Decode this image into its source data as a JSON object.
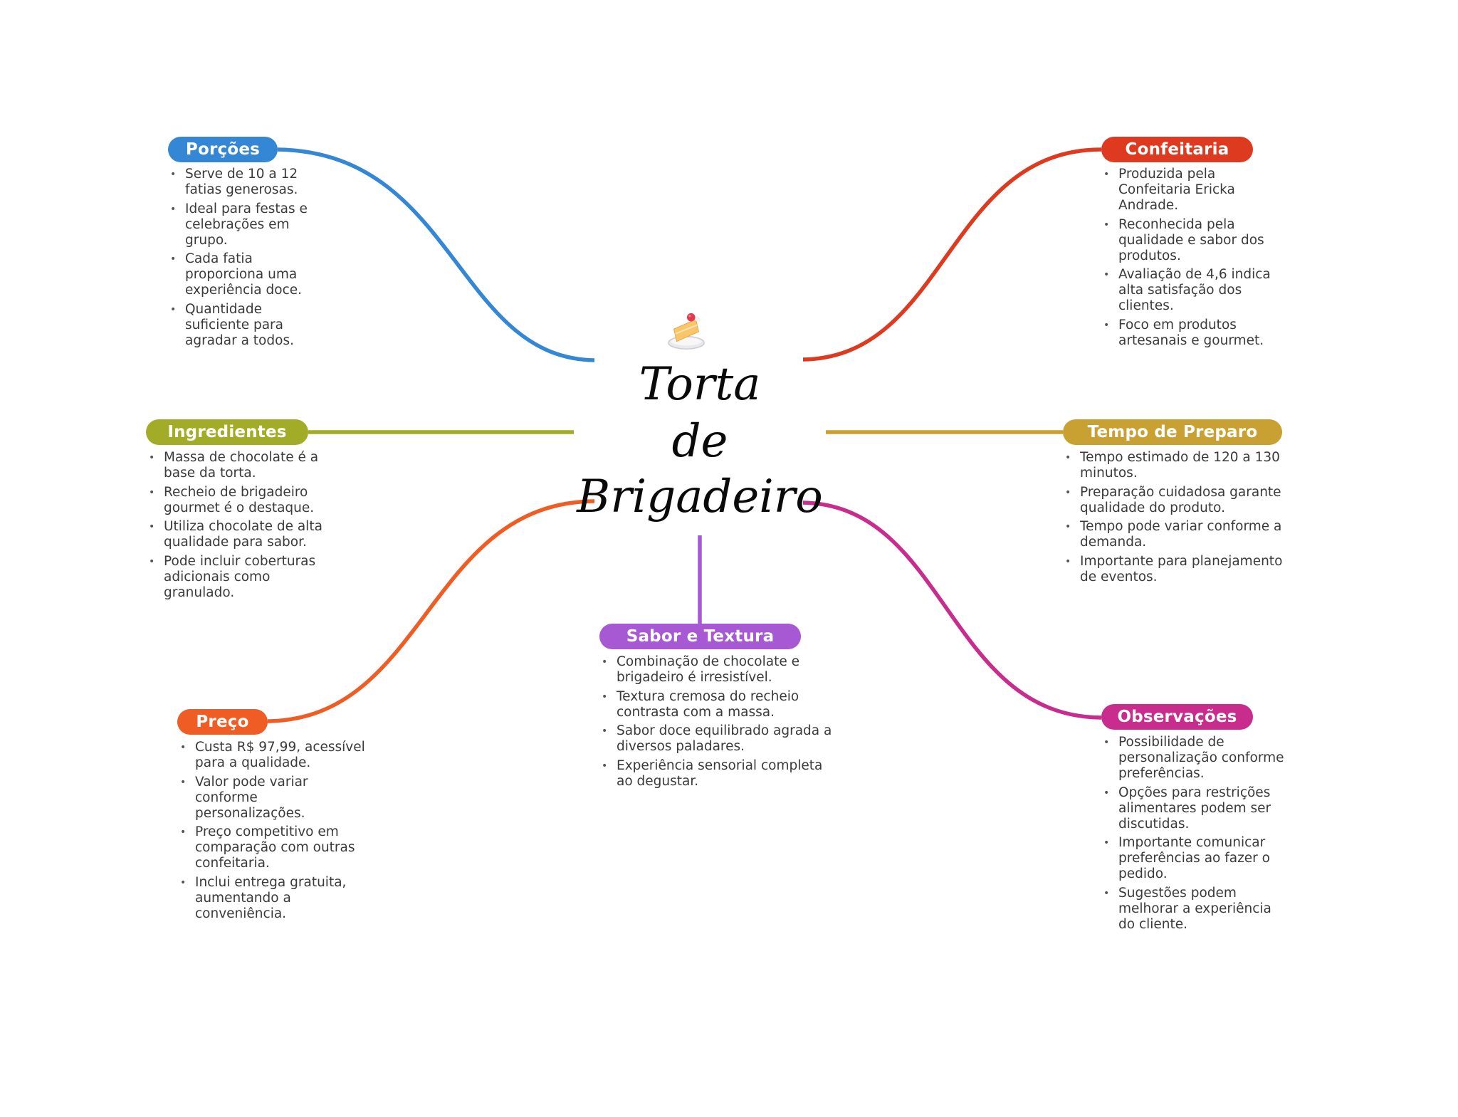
{
  "center": {
    "icon": "cake-slice-icon",
    "title_lines": [
      "Torta",
      "de",
      "Brigadeiro"
    ]
  },
  "colors": {
    "porcoes": "#3487d4",
    "confeitaria": "#dd3a1f",
    "ingredientes": "#a2ac26",
    "tempo": "#c9a132",
    "sabor": "#a659d2",
    "preco": "#f05d24",
    "observacoes": "#c82c8c"
  },
  "branches": {
    "porcoes": {
      "label": "Porções",
      "items": [
        "Serve de 10 a 12 fatias generosas.",
        "Ideal para festas e celebrações em grupo.",
        "Cada fatia proporciona uma experiência doce.",
        "Quantidade suficiente para agradar a todos."
      ]
    },
    "confeitaria": {
      "label": "Confeitaria",
      "items": [
        "Produzida pela Confeitaria Ericka Andrade.",
        "Reconhecida pela qualidade e sabor dos produtos.",
        "Avaliação de 4,6 indica alta satisfação dos clientes.",
        "Foco em produtos artesanais e gourmet."
      ]
    },
    "ingredientes": {
      "label": "Ingredientes",
      "items": [
        "Massa de chocolate é a base da torta.",
        "Recheio de brigadeiro gourmet é o destaque.",
        "Utiliza chocolate de alta qualidade para sabor.",
        "Pode incluir coberturas adicionais como granulado."
      ]
    },
    "tempo": {
      "label": "Tempo de Preparo",
      "items": [
        "Tempo estimado de 120 a 130 minutos.",
        "Preparação cuidadosa garante qualidade do produto.",
        "Tempo pode variar conforme a demanda.",
        "Importante para planejamento de eventos."
      ]
    },
    "sabor": {
      "label": "Sabor e Textura",
      "items": [
        "Combinação de chocolate e brigadeiro é irresistível.",
        "Textura cremosa do recheio contrasta com a massa.",
        "Sabor doce equilibrado agrada a diversos paladares.",
        "Experiência sensorial completa ao degustar."
      ]
    },
    "preco": {
      "label": "Preço",
      "items": [
        "Custa R$ 97,99, acessível para a qualidade.",
        "Valor pode variar conforme personalizações.",
        "Preço competitivo em comparação com outras confeitaria.",
        "Inclui entrega gratuita, aumentando a conveniência."
      ]
    },
    "observacoes": {
      "label": "Observações",
      "items": [
        "Possibilidade de personalização conforme preferências.",
        "Opções para restrições alimentares podem ser discutidas.",
        "Importante comunicar preferências ao fazer o pedido.",
        "Sugestões podem melhorar a experiência do cliente."
      ]
    }
  }
}
